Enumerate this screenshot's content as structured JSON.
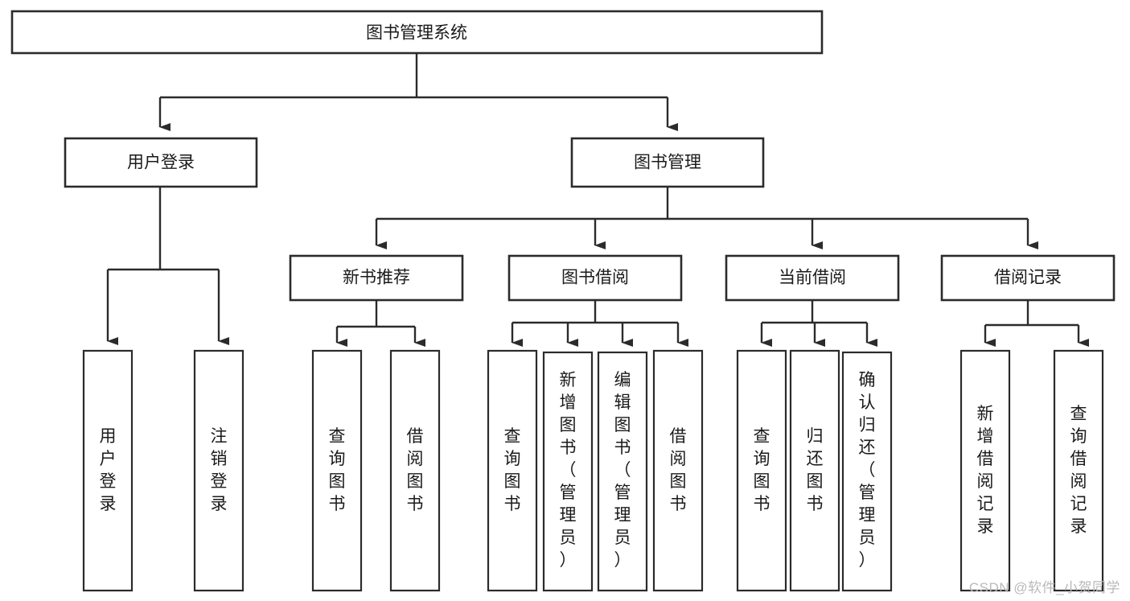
{
  "diagram": {
    "title": "图书管理系统",
    "type": "tree-hierarchy-chart",
    "orientation": "top-down",
    "colors": {
      "box_stroke": "#2b2b2b",
      "box_fill": "#ffffff",
      "connector": "#2b2b2b",
      "text": "#1a1a1a",
      "background": "#ffffff",
      "watermark": "#b9b9b9"
    },
    "root": {
      "label": "图书管理系统"
    },
    "level2": [
      {
        "label": "用户登录"
      },
      {
        "label": "图书管理"
      }
    ],
    "level3": [
      {
        "label": "新书推荐"
      },
      {
        "label": "图书借阅"
      },
      {
        "label": "当前借阅"
      },
      {
        "label": "借阅记录"
      }
    ],
    "leaves": {
      "user_login": [
        {
          "label": "用户登录"
        },
        {
          "label": "注销登录"
        }
      ],
      "new_book_recommend": [
        {
          "label": "查询图书"
        },
        {
          "label": "借阅图书"
        }
      ],
      "book_borrow": [
        {
          "label": "查询图书"
        },
        {
          "label": "新增图书（管理员）"
        },
        {
          "label": "编辑图书（管理员）"
        },
        {
          "label": "借阅图书"
        }
      ],
      "current_borrow": [
        {
          "label": "查询图书"
        },
        {
          "label": "归还图书"
        },
        {
          "label": "确认归还（管理员）"
        }
      ],
      "borrow_record": [
        {
          "label": "新增借阅记录"
        },
        {
          "label": "查询借阅记录"
        }
      ]
    }
  },
  "watermark": {
    "text": "CSDN @软件_小贺同学"
  }
}
